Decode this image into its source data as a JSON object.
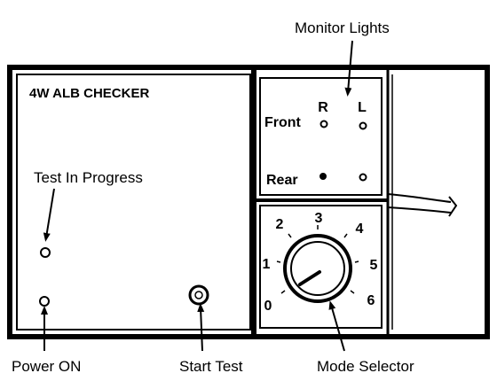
{
  "device": {
    "title": "4W ALB CHECKER"
  },
  "callouts": {
    "monitor_lights": "Monitor Lights",
    "test_in_progress": "Test In Progress",
    "power_on": "Power ON",
    "start_test": "Start Test",
    "mode_selector": "Mode Selector"
  },
  "monitor_panel": {
    "col_right": "R",
    "col_left": "L",
    "row_front": "Front",
    "row_rear": "Rear"
  },
  "mode_dial": {
    "positions": [
      "0",
      "1",
      "2",
      "3",
      "4",
      "5",
      "6"
    ]
  }
}
